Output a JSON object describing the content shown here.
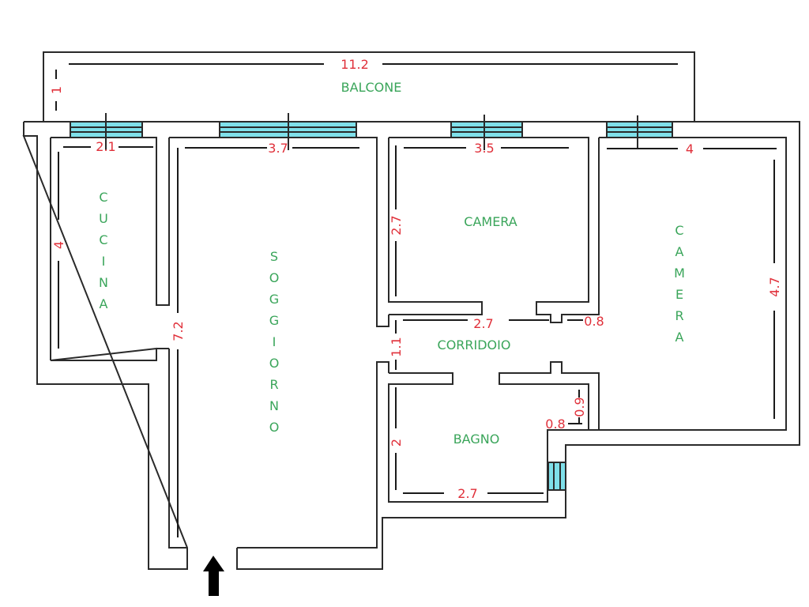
{
  "plan": {
    "rooms": [
      {
        "id": "balcone",
        "label": "BALCONE",
        "orientation": "horizontal"
      },
      {
        "id": "cucina",
        "label": "CUCINA",
        "orientation": "vertical"
      },
      {
        "id": "soggiorno",
        "label": "SOGGIORNO",
        "orientation": "vertical"
      },
      {
        "id": "camera1",
        "label": "CAMERA",
        "orientation": "horizontal"
      },
      {
        "id": "camera2",
        "label": "CAMERA",
        "orientation": "vertical"
      },
      {
        "id": "corridoio",
        "label": "CORRIDOIO",
        "orientation": "horizontal"
      },
      {
        "id": "bagno",
        "label": "BAGNO",
        "orientation": "horizontal"
      }
    ],
    "dimensions": {
      "balcone_width": "11.2",
      "balcone_depth": "1",
      "cucina_width": "2.1",
      "cucina_depth": "4",
      "soggiorno_width": "3.7",
      "soggiorno_depth": "7.2",
      "camera1_width": "3.5",
      "camera1_depth": "2.7",
      "camera2_width": "4",
      "camera2_depth": "4.7",
      "corridoio_length": "2.7",
      "corridoio_width": "1.1",
      "corridoio_niche": "0.8",
      "bagno_width": "2.7",
      "bagno_depth": "2",
      "bagno_niche_width": "0.8",
      "bagno_niche_depth": "0.9"
    },
    "entrance_icon": "arrow-up-icon",
    "colors": {
      "wall": "#2a2a2a",
      "window": "#7fe0ea",
      "room_label": "#3aa55a",
      "dimension_label": "#e0303a"
    }
  }
}
